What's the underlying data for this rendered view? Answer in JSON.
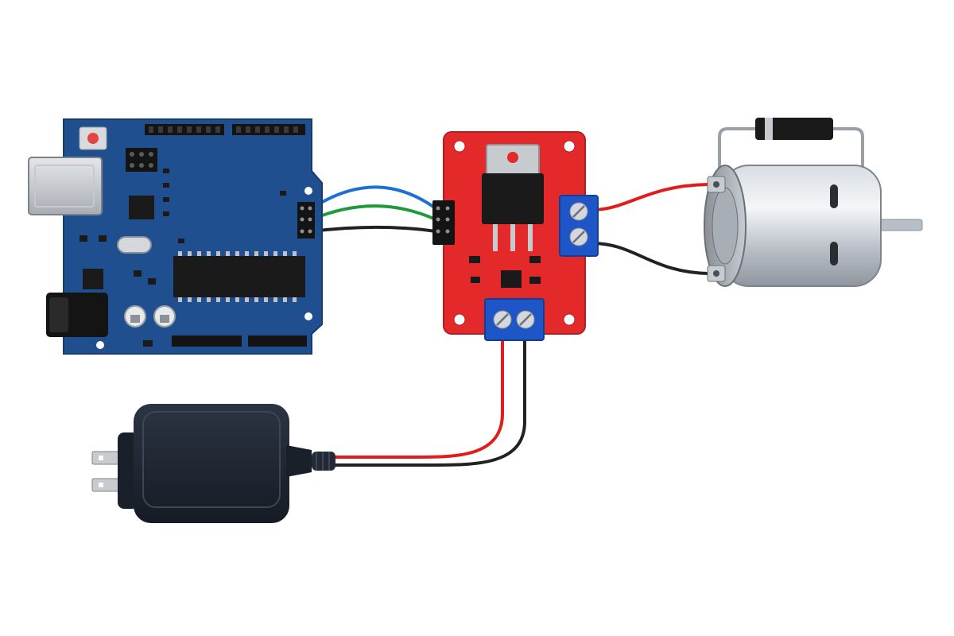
{
  "diagram": {
    "components": [
      {
        "id": "arduino",
        "name": "microcontroller-board",
        "color": "#1f4f8f"
      },
      {
        "id": "driver",
        "name": "mosfet-driver-module",
        "color": "#e3292a"
      },
      {
        "id": "motor",
        "name": "dc-motor"
      },
      {
        "id": "diode",
        "name": "flyback-diode"
      },
      {
        "id": "adapter",
        "name": "wall-power-adapter",
        "color": "#1f2733"
      }
    ],
    "connections": [
      {
        "from": "arduino",
        "to": "driver",
        "color": "#1d6fd6",
        "name": "signal-wire-blue"
      },
      {
        "from": "arduino",
        "to": "driver",
        "color": "#1e9a3a",
        "name": "signal-wire-green"
      },
      {
        "from": "arduino",
        "to": "driver",
        "color": "#222222",
        "name": "ground-wire-black"
      },
      {
        "from": "driver",
        "to": "motor",
        "color": "#e11c1c",
        "name": "motor-wire-red"
      },
      {
        "from": "driver",
        "to": "motor",
        "color": "#222222",
        "name": "motor-wire-black"
      },
      {
        "from": "adapter",
        "to": "driver",
        "color": "#e11c1c",
        "name": "power-wire-red"
      },
      {
        "from": "adapter",
        "to": "driver",
        "color": "#222222",
        "name": "power-wire-black"
      }
    ]
  }
}
